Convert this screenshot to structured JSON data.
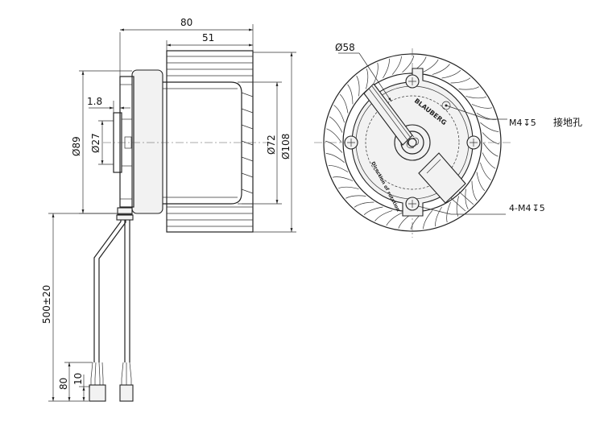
{
  "side_view": {
    "dim_total_width": "80",
    "dim_blade_width": "51",
    "dim_flange": "1.8",
    "dim_hub_dia": "Ø89",
    "dim_shaft_dia": "Ø27",
    "dim_motor_dia": "Ø72",
    "dim_outer_dia": "Ø108",
    "dim_lead_length": "500±20",
    "dim_strip_80": "80",
    "dim_strip_10": "10"
  },
  "front_view": {
    "dim_mount_circle": "Ø58",
    "ground_hole_label": "M4",
    "ground_hole_depth": "5",
    "ground_hole_text": "接地孔",
    "mount_holes_label": "4-M4",
    "mount_holes_depth": "5",
    "brand_text": "BLAUBERG",
    "rotation_text": "Direction of rotation"
  }
}
